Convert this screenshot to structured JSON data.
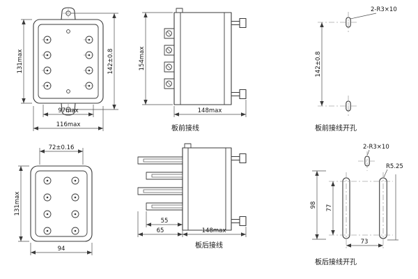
{
  "colors": {
    "background": "#ffffff",
    "line": "#3a3a3a",
    "text": "#141414"
  },
  "drawing": {
    "front_panel": {
      "dim_height_body": "131max",
      "dim_height_holes": "142±0.8",
      "dim_width_inner": "97max",
      "dim_width_outer": "116max"
    },
    "front_side": {
      "dim_height": "154max",
      "dim_width": "148max",
      "caption": "板前接线"
    },
    "front_drill": {
      "slot_note": "2-R3×10",
      "dim_height_holes": "142±0.8",
      "caption": "板前接线开孔"
    },
    "rear_panel": {
      "dim_width_cols": "72±0.16",
      "dim_height_body": "131max",
      "dim_width_body": "94"
    },
    "rear_side": {
      "dim_pins_inner": "55",
      "dim_pins_outer": "65",
      "dim_width": "148max",
      "caption": "板后接线"
    },
    "rear_drill": {
      "slot_note": "2-R3×10",
      "radius_note": "R5.25",
      "dim_height_overall": "98",
      "dim_slot_centers": "77",
      "dim_width_centers": "73",
      "caption": "板后接线开孔"
    }
  }
}
